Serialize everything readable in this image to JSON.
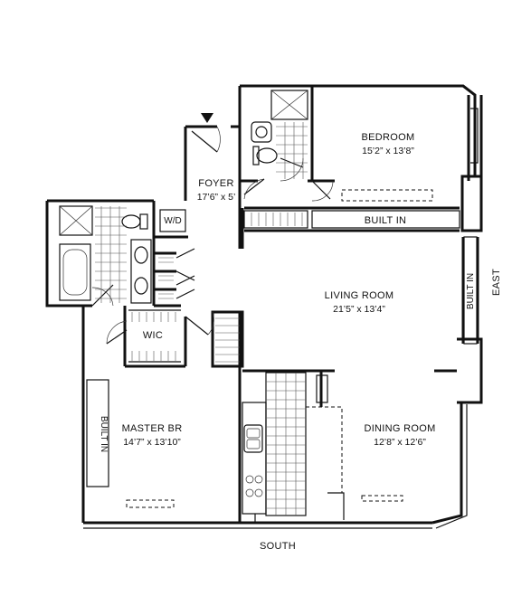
{
  "compass": {
    "south": "SOUTH",
    "east": "EAST"
  },
  "rooms": {
    "bedroom": {
      "name": "BEDROOM",
      "size": "15’2” x 13’8”"
    },
    "foyer": {
      "name": "FOYER",
      "size": "17’6” x 5’"
    },
    "living": {
      "name": "LIVING ROOM",
      "size": "21’5” x 13’4”"
    },
    "dining": {
      "name": "DINING ROOM",
      "size": "12’8” x 12’6”"
    },
    "master": {
      "name": "MASTER BR",
      "size": "14’7” x 13’10”"
    }
  },
  "fixtures": {
    "wd": "W/D",
    "wic": "WIC",
    "built_in_bedroom": "BUILT IN",
    "built_in_living": "BUILT IN",
    "built_in_master": "BUILT IN"
  }
}
